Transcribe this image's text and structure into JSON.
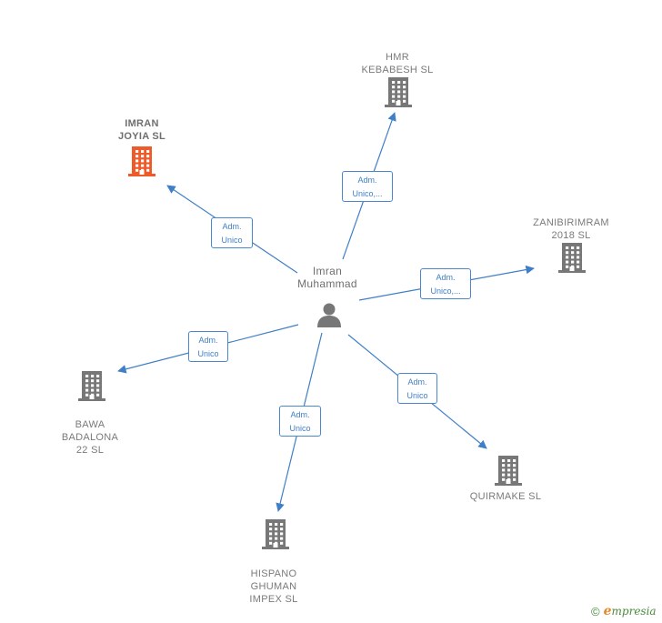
{
  "center": {
    "label": "Imran\nMuhammad",
    "icon": "person-icon"
  },
  "colors": {
    "edge": "#3f7fc7",
    "building": "#777777",
    "highlight_building": "#f05a28",
    "person": "#777777"
  },
  "companies": [
    {
      "id": "imran-joyia",
      "label": "IMRAN\nJOYIA  SL",
      "icon": "building-icon",
      "highlight": true
    },
    {
      "id": "hmr-kebabesh",
      "label": "HMR\nKEBABESH  SL",
      "icon": "building-icon",
      "highlight": false
    },
    {
      "id": "zanibirimram",
      "label": "ZANIBIRIMRAM\n2018  SL",
      "icon": "building-icon",
      "highlight": false
    },
    {
      "id": "bawa-badalona",
      "label": "BAWA\nBADALONA\n22  SL",
      "icon": "building-icon",
      "highlight": false
    },
    {
      "id": "quirmake",
      "label": "QUIRMAKE  SL",
      "icon": "building-icon",
      "highlight": false
    },
    {
      "id": "hispano-ghuman",
      "label": "HISPANO\nGHUMAN\nIMPEX  SL",
      "icon": "building-icon",
      "highlight": false
    }
  ],
  "edges": [
    {
      "to": "imran-joyia",
      "label": "Adm.\nUnico"
    },
    {
      "to": "hmr-kebabesh",
      "label": "Adm.\nUnico,..."
    },
    {
      "to": "zanibirimram",
      "label": "Adm.\nUnico,..."
    },
    {
      "to": "bawa-badalona",
      "label": "Adm.\nUnico"
    },
    {
      "to": "quirmake",
      "label": "Adm.\nUnico"
    },
    {
      "to": "hispano-ghuman",
      "label": "Adm.\nUnico"
    }
  ],
  "footer": {
    "copyright_symbol": "©",
    "brand_initial": "e",
    "brand_rest": "mpresia"
  }
}
